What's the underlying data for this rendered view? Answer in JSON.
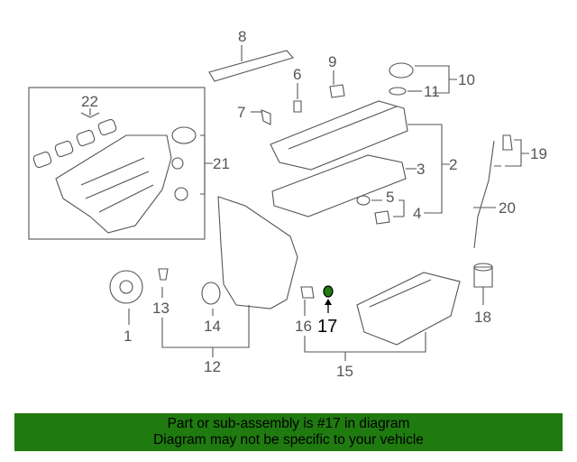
{
  "diagram": {
    "callouts": [
      "1",
      "2",
      "3",
      "4",
      "5",
      "6",
      "7",
      "8",
      "9",
      "10",
      "11",
      "12",
      "13",
      "14",
      "15",
      "16",
      "17",
      "18",
      "19",
      "20",
      "21",
      "22"
    ],
    "highlighted_part": "17"
  },
  "banner": {
    "line1": "Part or sub-assembly is #17 in diagram",
    "line2": "Diagram may not be specific to your vehicle",
    "color": "#1f7a10"
  }
}
